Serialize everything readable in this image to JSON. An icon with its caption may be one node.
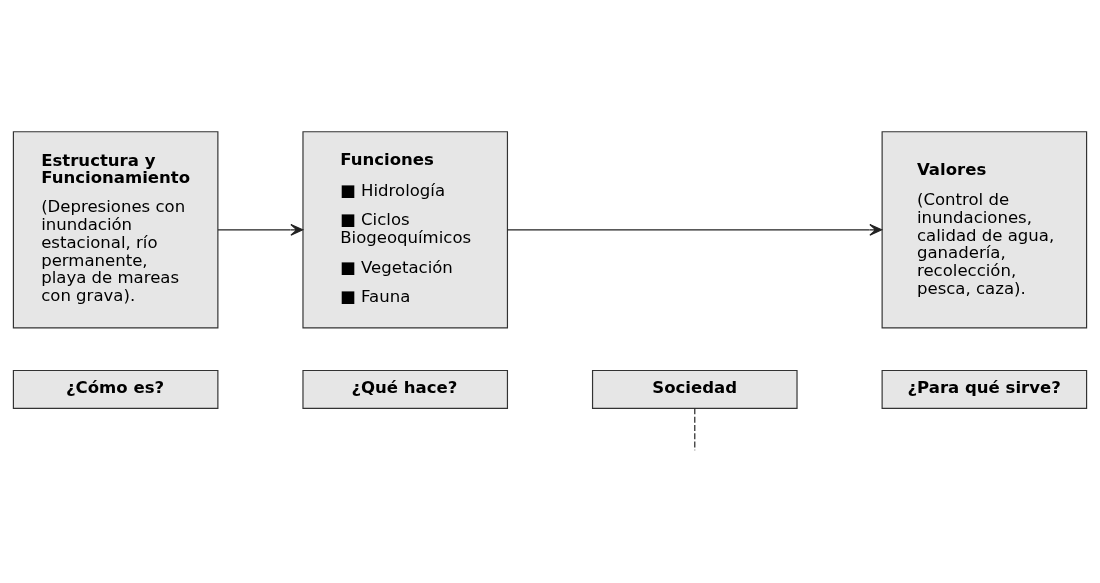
{
  "diagram": {
    "nodes": [
      {
        "text": [
          "¿Cómo es?"
        ]
      },
      {
        "text": [
          "¿Qué hace?"
        ]
      },
      {
        "text": [
          "¿Para qué sirve?"
        ]
      },
      {
        "text": [
          "Estructura y Funcionamiento",
          "(Depresiones con inundación estacional, río permanente, playa de mareas con grava)."
        ]
      },
      {
        "text": [
          "Funciones",
          "■ Hidrología",
          "■ Ciclos Biogeoquímicos",
          "■ Vegetación",
          "■ Fauna"
        ]
      },
      {
        "text": [
          "Valores",
          "(Control de inundaciones, calidad de agua, ganadería, recolección, pesca, caza)."
        ]
      },
      {
        "text": [
          "Sociedad"
        ]
      }
    ],
    "edges": [
      {
        "from": 3,
        "to": 4,
        "arrow": "to"
      },
      {
        "from": 4,
        "to": 5,
        "arrow": "to"
      },
      {
        "from": 6,
        "to": null,
        "arrow": "none",
        "style": "dashed"
      }
    ]
  }
}
